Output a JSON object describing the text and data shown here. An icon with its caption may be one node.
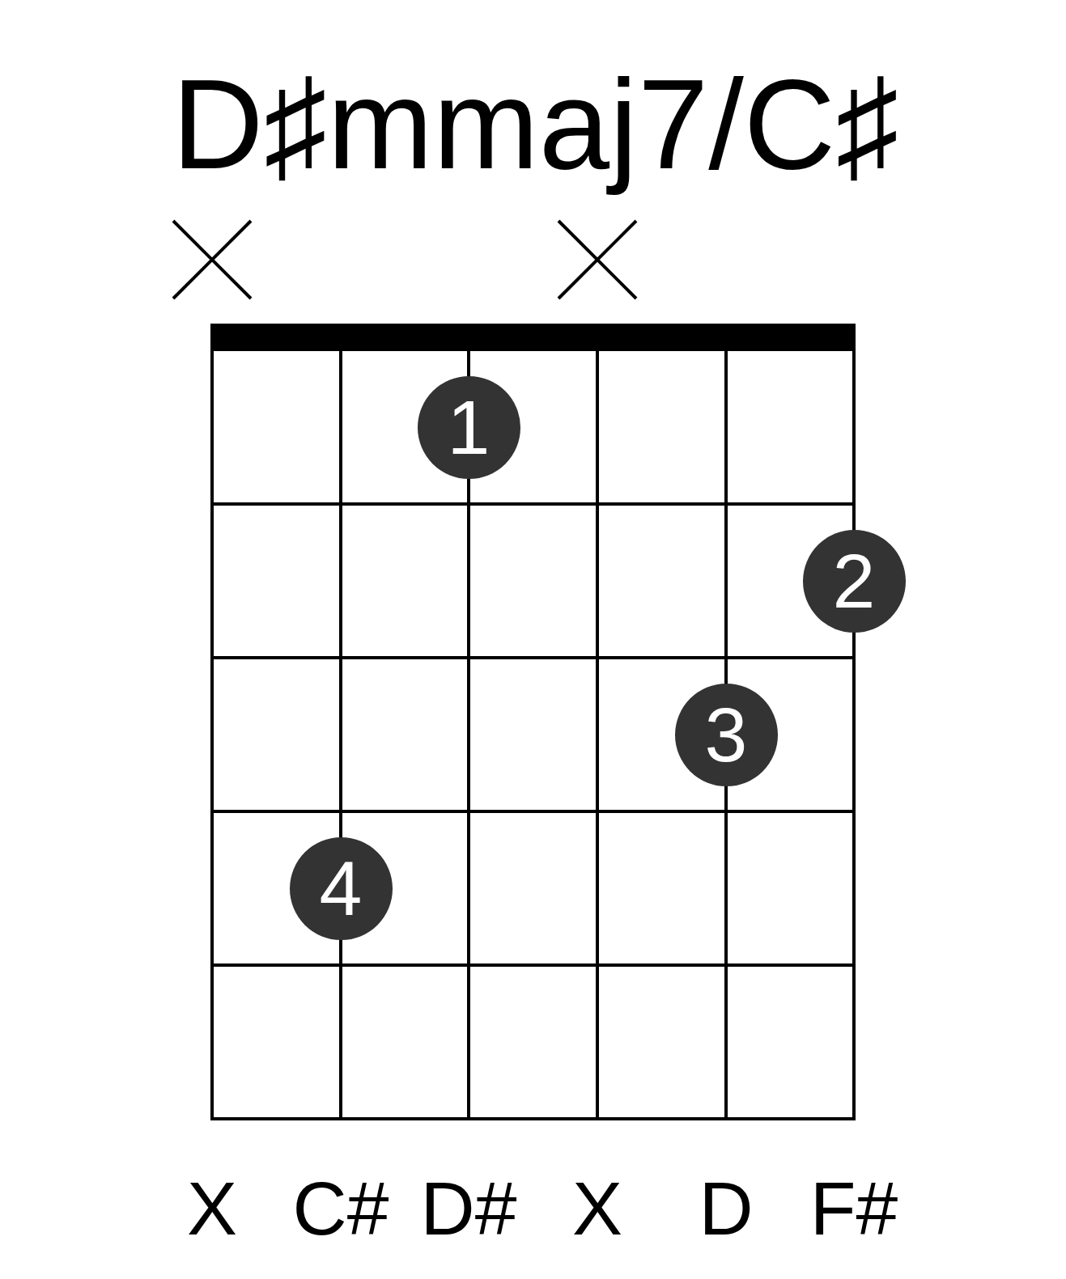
{
  "diagram": {
    "title": "D♯mmaj7/C♯",
    "nodes": [
      {
        "text": [
          "1"
        ]
      },
      {
        "text": [
          "2"
        ]
      },
      {
        "text": [
          "3"
        ]
      },
      {
        "text": [
          "4"
        ]
      }
    ],
    "labels": [
      "X",
      "C#",
      "D#",
      "X",
      "D",
      "F#"
    ]
  }
}
